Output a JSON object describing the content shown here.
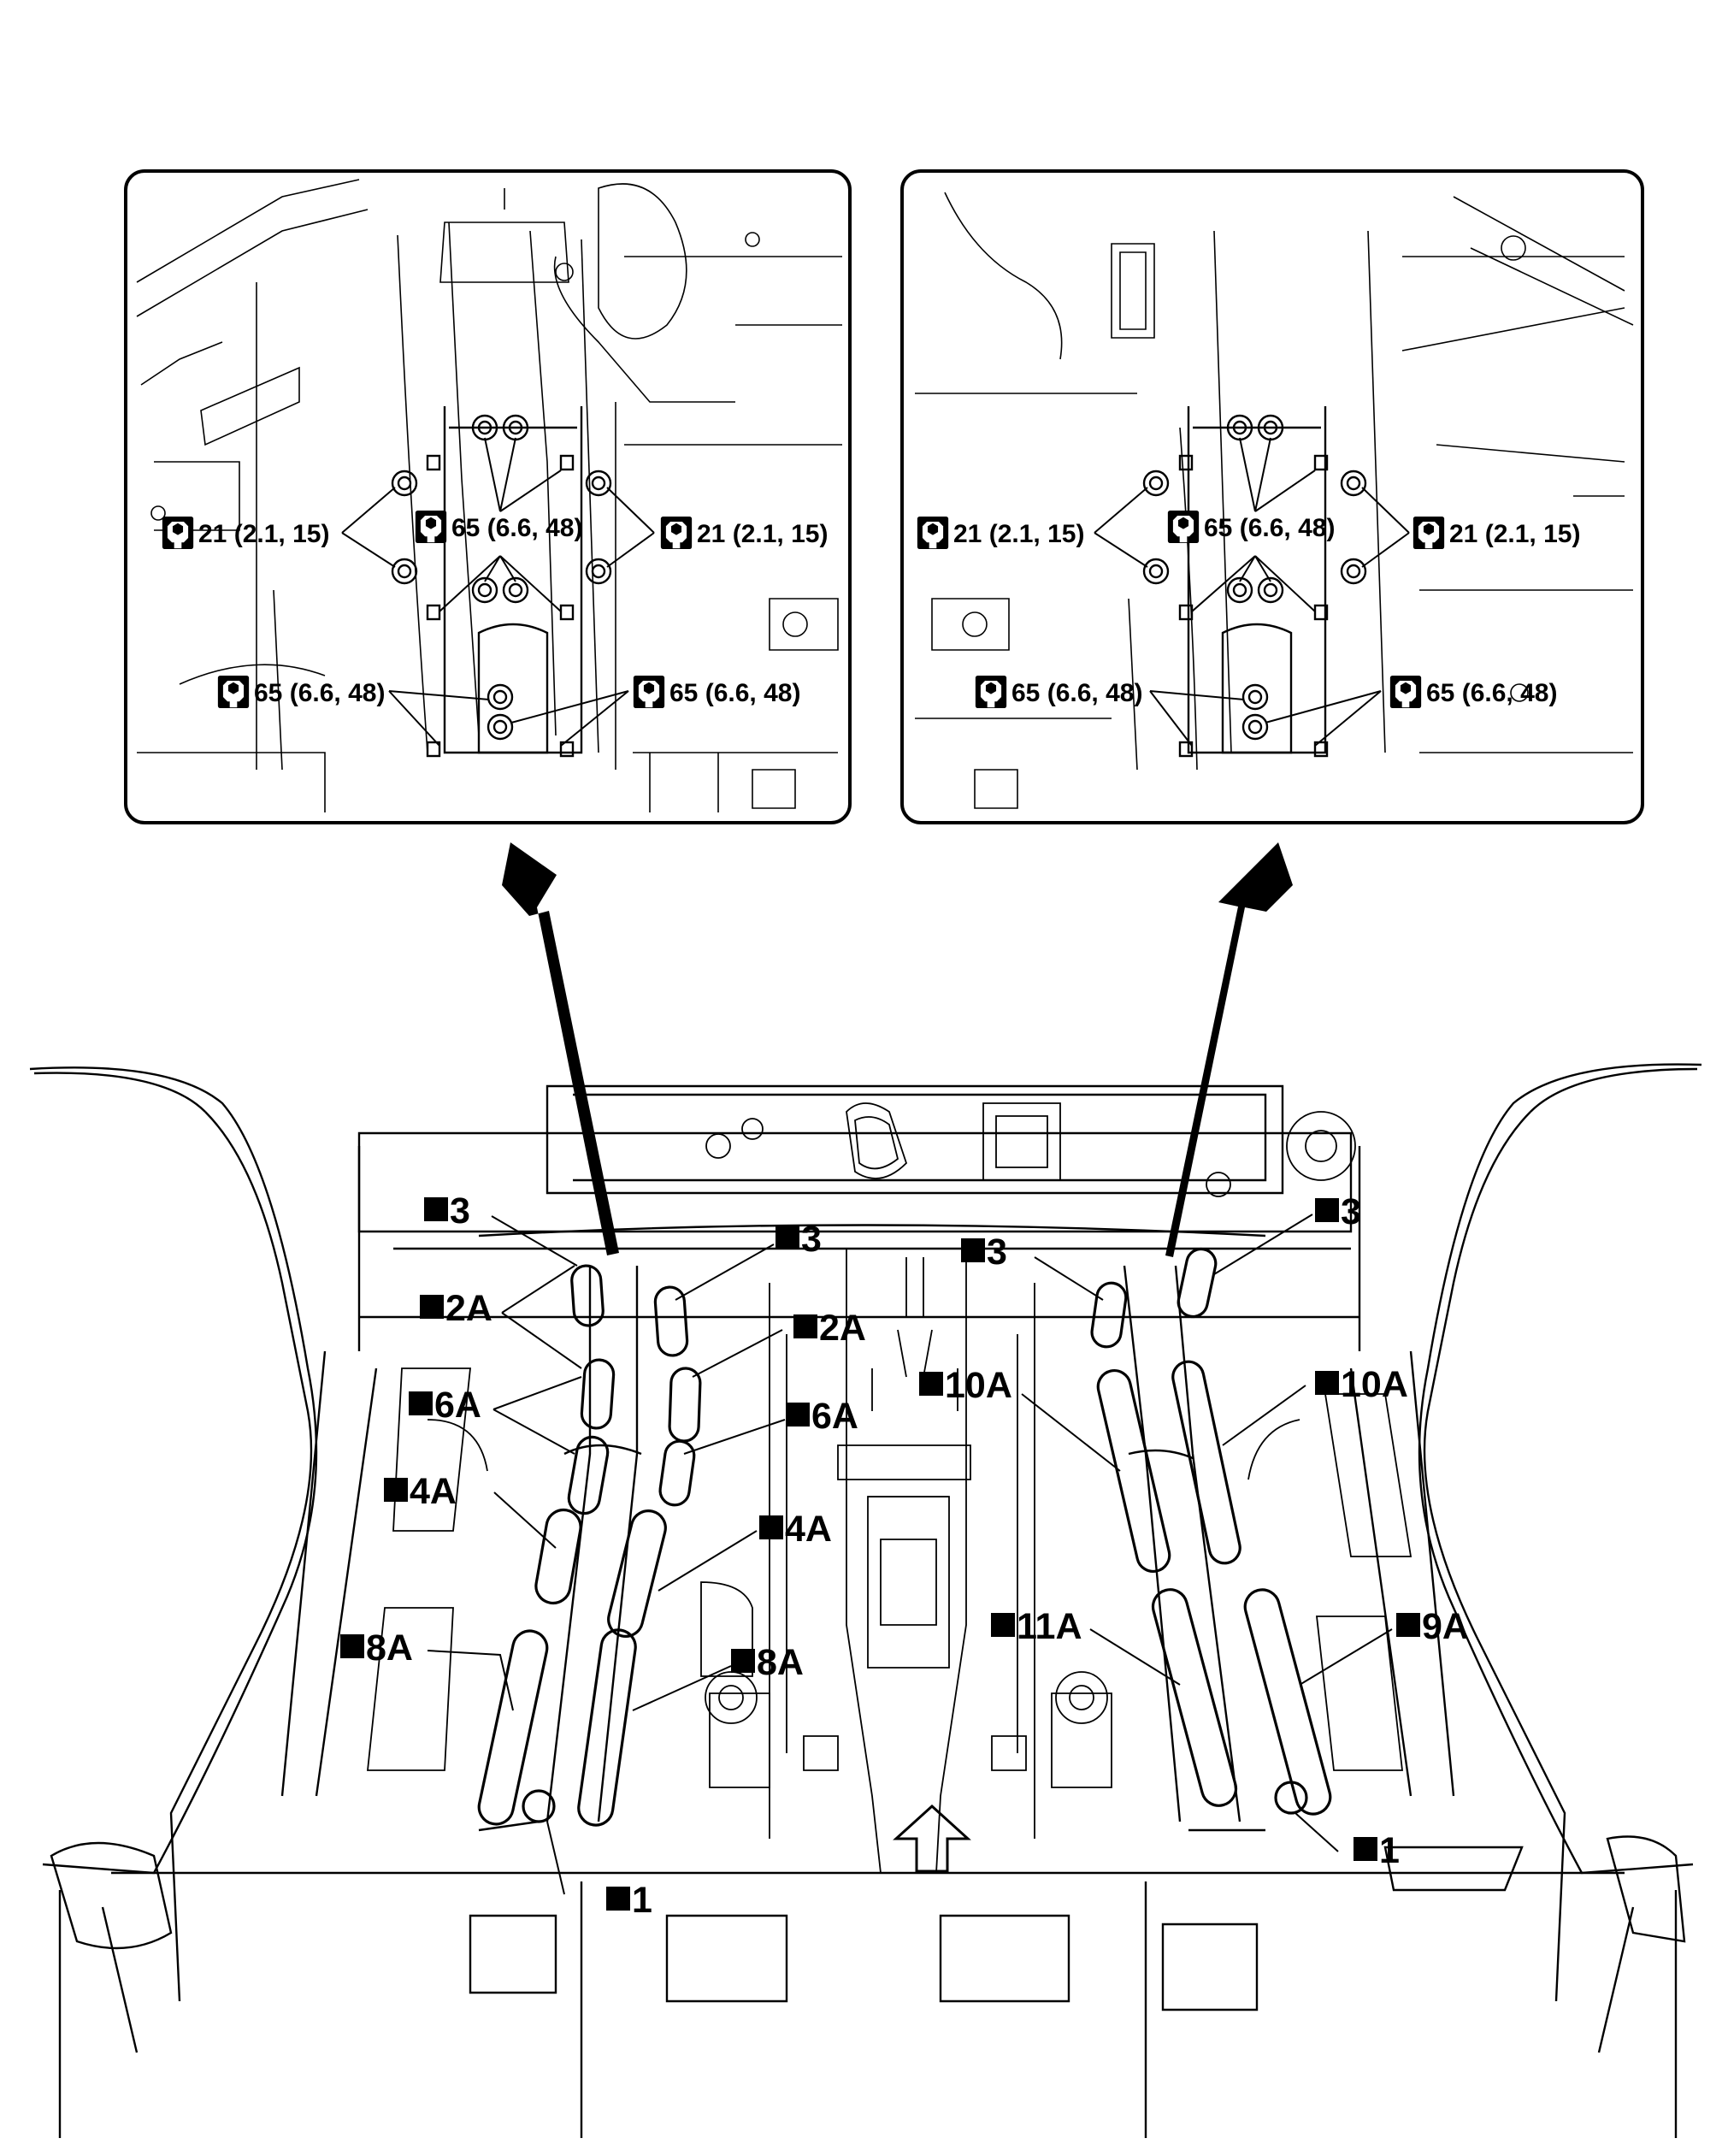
{
  "detail_left": {
    "callouts": [
      {
        "text": "21 (2.1, 15)"
      },
      {
        "text": "65 (6.6, 48)"
      },
      {
        "text": "21 (2.1, 15)"
      },
      {
        "text": "65 (6.6, 48)"
      },
      {
        "text": "65 (6.6, 48)"
      }
    ]
  },
  "detail_right": {
    "callouts": [
      {
        "text": "21 (2.1, 15)"
      },
      {
        "text": "65 (6.6, 48)"
      },
      {
        "text": "21 (2.1, 15)"
      },
      {
        "text": "65 (6.6, 48)"
      },
      {
        "text": "65 (6.6, 48)"
      }
    ]
  },
  "main": {
    "labels": [
      {
        "text": "3"
      },
      {
        "text": "3"
      },
      {
        "text": "3"
      },
      {
        "text": "3"
      },
      {
        "text": "2A"
      },
      {
        "text": "2A"
      },
      {
        "text": "6A"
      },
      {
        "text": "6A"
      },
      {
        "text": "4A"
      },
      {
        "text": "4A"
      },
      {
        "text": "8A"
      },
      {
        "text": "8A"
      },
      {
        "text": "10A"
      },
      {
        "text": "10A"
      },
      {
        "text": "11A"
      },
      {
        "text": "9A"
      },
      {
        "text": "1"
      },
      {
        "text": "1"
      }
    ]
  },
  "icons": {
    "torque": "torque-wrench-icon",
    "point_marker": "square-marker-icon",
    "front_arrow": "front-direction-arrow-icon"
  }
}
